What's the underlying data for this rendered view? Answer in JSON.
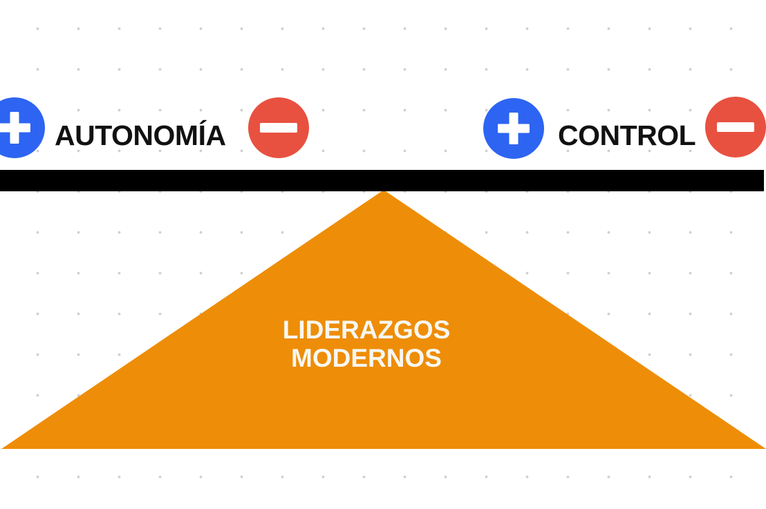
{
  "colors": {
    "plus": "#2d64f2",
    "minus": "#e85140",
    "beam": "#000000",
    "fulcrum": "#ee8d07",
    "label_text": "#111111",
    "center_text": "#f7f7f2"
  },
  "left_side": {
    "label": "AUTONOMÍA",
    "plus_icon": "plus-circle-icon",
    "minus_icon": "minus-circle-icon"
  },
  "right_side": {
    "label": "CONTROL",
    "plus_icon": "plus-circle-icon",
    "minus_icon": "minus-circle-icon"
  },
  "fulcrum": {
    "lines": [
      "LIDERAZGOS",
      "MODERNOS"
    ]
  }
}
